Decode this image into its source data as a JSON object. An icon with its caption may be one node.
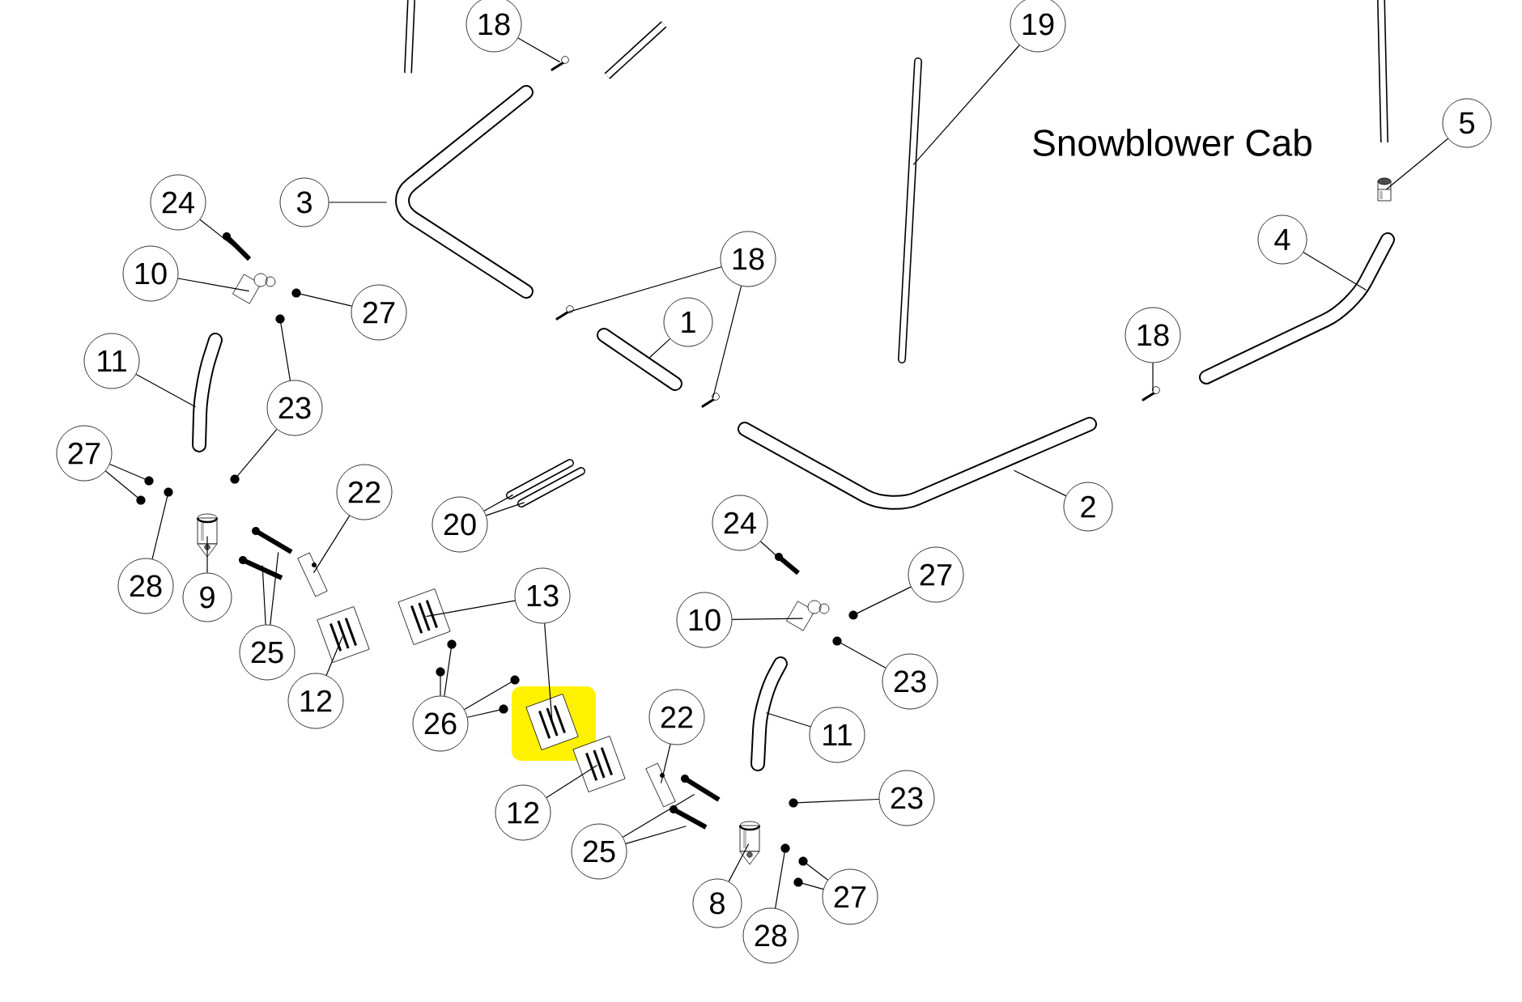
{
  "diagram": {
    "title": "Snowblower Cab",
    "nodes": [
      {
        "text": [
          "18"
        ]
      },
      {
        "text": [
          "19"
        ]
      },
      {
        "text": [
          "3"
        ]
      },
      {
        "text": [
          "24"
        ]
      },
      {
        "text": [
          "10"
        ]
      },
      {
        "text": [
          "27"
        ]
      },
      {
        "text": [
          "18"
        ]
      },
      {
        "text": [
          "1"
        ]
      },
      {
        "text": [
          "5"
        ]
      },
      {
        "text": [
          "4"
        ]
      },
      {
        "text": [
          "18"
        ]
      },
      {
        "text": [
          "11"
        ]
      },
      {
        "text": [
          "23"
        ]
      },
      {
        "text": [
          "27"
        ]
      },
      {
        "text": [
          "2"
        ]
      },
      {
        "text": [
          "20"
        ]
      },
      {
        "text": [
          "22"
        ]
      },
      {
        "text": [
          "28"
        ]
      },
      {
        "text": [
          "9"
        ]
      },
      {
        "text": [
          "24"
        ]
      },
      {
        "text": [
          "27"
        ]
      },
      {
        "text": [
          "13"
        ]
      },
      {
        "text": [
          "10"
        ]
      },
      {
        "text": [
          "25"
        ]
      },
      {
        "text": [
          "12"
        ]
      },
      {
        "text": [
          "26"
        ]
      },
      {
        "text": [
          "23"
        ]
      },
      {
        "text": [
          "11"
        ]
      },
      {
        "text": [
          "22"
        ]
      },
      {
        "text": [
          "12"
        ]
      },
      {
        "text": [
          "23"
        ]
      },
      {
        "text": [
          "25"
        ]
      },
      {
        "text": [
          "8"
        ]
      },
      {
        "text": [
          "28"
        ]
      },
      {
        "text": [
          "27"
        ]
      },
      {
        "text": [],
        "shape": "picture"
      },
      {
        "text": [],
        "shape": "picture"
      },
      {
        "text": [],
        "shape": "picture"
      },
      {
        "text": [],
        "shape": "picture"
      },
      {
        "text": [],
        "shape": "picture"
      },
      {
        "text": [],
        "shape": "picture"
      },
      {
        "text": [],
        "shape": "picture"
      },
      {
        "text": [],
        "shape": "picture"
      },
      {
        "text": [],
        "shape": "picture"
      },
      {
        "text": [],
        "shape": "picture"
      },
      {
        "text": [],
        "shape": "picture"
      },
      {
        "text": [],
        "shape": "picture"
      },
      {
        "text": [],
        "shape": "picture"
      },
      {
        "text": [],
        "shape": "picture"
      },
      {
        "text": [],
        "shape": "picture"
      },
      {
        "text": [],
        "shape": "picture"
      },
      {
        "text": [],
        "shape": "picture"
      },
      {
        "text": [],
        "shape": "picture"
      },
      {
        "text": [],
        "shape": "picture"
      },
      {
        "text": [],
        "shape": "picture"
      },
      {
        "text": [],
        "shape": "picture"
      },
      {
        "text": [],
        "shape": "picture"
      },
      {
        "text": [],
        "shape": "picture"
      },
      {
        "text": [],
        "shape": "picture"
      },
      {
        "text": [],
        "shape": "picture"
      },
      {
        "text": [],
        "shape": "picture"
      },
      {
        "text": [],
        "shape": "picture"
      },
      {
        "text": [],
        "shape": "picture"
      },
      {
        "text": [],
        "shape": "picture"
      },
      {
        "text": [],
        "shape": "picture"
      },
      {
        "text": [],
        "shape": "picture"
      },
      {
        "text": [],
        "shape": "picture"
      },
      {
        "text": [],
        "shape": "picture"
      },
      {
        "text": [],
        "shape": "picture"
      },
      {
        "text": [],
        "shape": "picture"
      },
      {
        "text": [],
        "shape": "picture"
      },
      {
        "text": [],
        "shape": "picture"
      },
      {
        "text": [],
        "shape": "picture"
      },
      {
        "text": [],
        "shape": "picture"
      },
      {
        "text": [],
        "shape": "picture"
      },
      {
        "text": [],
        "shape": "picture"
      },
      {
        "text": [],
        "shape": "picture"
      },
      {
        "text": [],
        "shape": "picture"
      },
      {
        "text": [],
        "shape": "picture"
      },
      {
        "text": [],
        "shape": "picture"
      },
      {
        "text": [],
        "shape": "picture"
      }
    ],
    "edges": [
      {
        "from": 0,
        "to": 35,
        "arrow": "none"
      },
      {
        "from": 1,
        "to": 36,
        "arrow": "none"
      },
      {
        "from": 2,
        "to": 37,
        "arrow": "none"
      },
      {
        "from": 3,
        "to": 38,
        "arrow": "none"
      },
      {
        "from": 4,
        "to": 39,
        "arrow": "none"
      },
      {
        "from": 5,
        "to": 40,
        "arrow": "none"
      },
      {
        "from": 6,
        "to": 41,
        "arrow": "none"
      },
      {
        "from": 6,
        "to": 42,
        "arrow": "none"
      },
      {
        "from": 7,
        "to": 43,
        "arrow": "none"
      },
      {
        "from": 8,
        "to": 44,
        "arrow": "none"
      },
      {
        "from": 9,
        "to": 45,
        "arrow": "none"
      },
      {
        "from": 10,
        "to": 46,
        "arrow": "none"
      },
      {
        "from": 11,
        "to": 47,
        "arrow": "none"
      },
      {
        "from": 12,
        "to": 48,
        "arrow": "none"
      },
      {
        "from": 12,
        "to": 49,
        "arrow": "none"
      },
      {
        "from": 13,
        "to": 50,
        "arrow": "none"
      },
      {
        "from": 13,
        "to": 51,
        "arrow": "none"
      },
      {
        "from": 14,
        "to": 52,
        "arrow": "none"
      },
      {
        "from": 15,
        "to": 53,
        "arrow": "none"
      },
      {
        "from": 15,
        "to": 54,
        "arrow": "none"
      },
      {
        "from": 16,
        "to": 55,
        "arrow": "none"
      },
      {
        "from": 17,
        "to": 56,
        "arrow": "none"
      },
      {
        "from": 18,
        "to": 57,
        "arrow": "none"
      },
      {
        "from": 23,
        "to": 58,
        "arrow": "none"
      },
      {
        "from": 23,
        "to": 59,
        "arrow": "none"
      },
      {
        "from": 24,
        "to": 60,
        "arrow": "none"
      },
      {
        "from": 21,
        "to": 61,
        "arrow": "none"
      },
      {
        "from": 21,
        "to": 62,
        "arrow": "none"
      },
      {
        "from": 25,
        "to": 63,
        "arrow": "none"
      },
      {
        "from": 25,
        "to": 64,
        "arrow": "none"
      },
      {
        "from": 25,
        "to": 65,
        "arrow": "none"
      },
      {
        "from": 25,
        "to": 66,
        "arrow": "none"
      },
      {
        "from": 19,
        "to": 67,
        "arrow": "none"
      },
      {
        "from": 22,
        "to": 68,
        "arrow": "none"
      },
      {
        "from": 20,
        "to": 69,
        "arrow": "none"
      },
      {
        "from": 26,
        "to": 70,
        "arrow": "none"
      },
      {
        "from": 27,
        "to": 71,
        "arrow": "none"
      },
      {
        "from": 28,
        "to": 72,
        "arrow": "none"
      },
      {
        "from": 29,
        "to": 73,
        "arrow": "none"
      },
      {
        "from": 30,
        "to": 74,
        "arrow": "none"
      },
      {
        "from": 31,
        "to": 75,
        "arrow": "none"
      },
      {
        "from": 31,
        "to": 76,
        "arrow": "none"
      },
      {
        "from": 32,
        "to": 77,
        "arrow": "none"
      },
      {
        "from": 33,
        "to": 78,
        "arrow": "none"
      },
      {
        "from": 34,
        "to": 79,
        "arrow": "none"
      },
      {
        "from": 34,
        "to": 80,
        "arrow": "none"
      }
    ]
  }
}
